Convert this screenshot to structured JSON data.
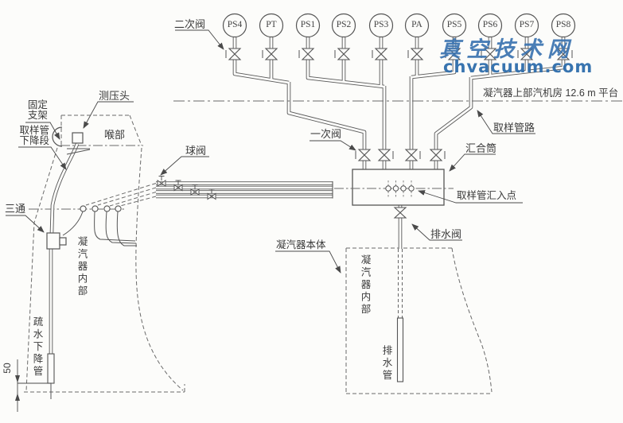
{
  "watermark": {
    "line1": "真空技术网",
    "line2": "chvacuum.com",
    "color": "#2e6dac"
  },
  "instruments": [
    "PS4",
    "PT",
    "PS1",
    "PS2",
    "PS3",
    "PA",
    "PS5",
    "PS6",
    "PS7",
    "PS8"
  ],
  "labels": {
    "secondary_valve": "二次阀",
    "primary_valve": "一次阀",
    "ball_valve": "球阀",
    "manifold": "汇合筒",
    "sampling_line": "取样管路",
    "sample_merge_point": "取样管汇入点",
    "drain_valve": "排水阀",
    "drain_pipe": "排水管",
    "condenser_body": "凝汽器本体",
    "condenser_interior_left": "凝汽器内部",
    "condenser_interior_right": "凝汽器内部",
    "platform": "凝汽器上部汽机房 12.6 m 平台",
    "pressure_head": "测压头",
    "fixed_support": "固定支架",
    "sampling_down_section": "取样管下降段",
    "throat": "喉部",
    "tee": "三通",
    "drain_downcomer": "疏水下降管",
    "dimension_50": "50"
  },
  "line_color": "#555555"
}
